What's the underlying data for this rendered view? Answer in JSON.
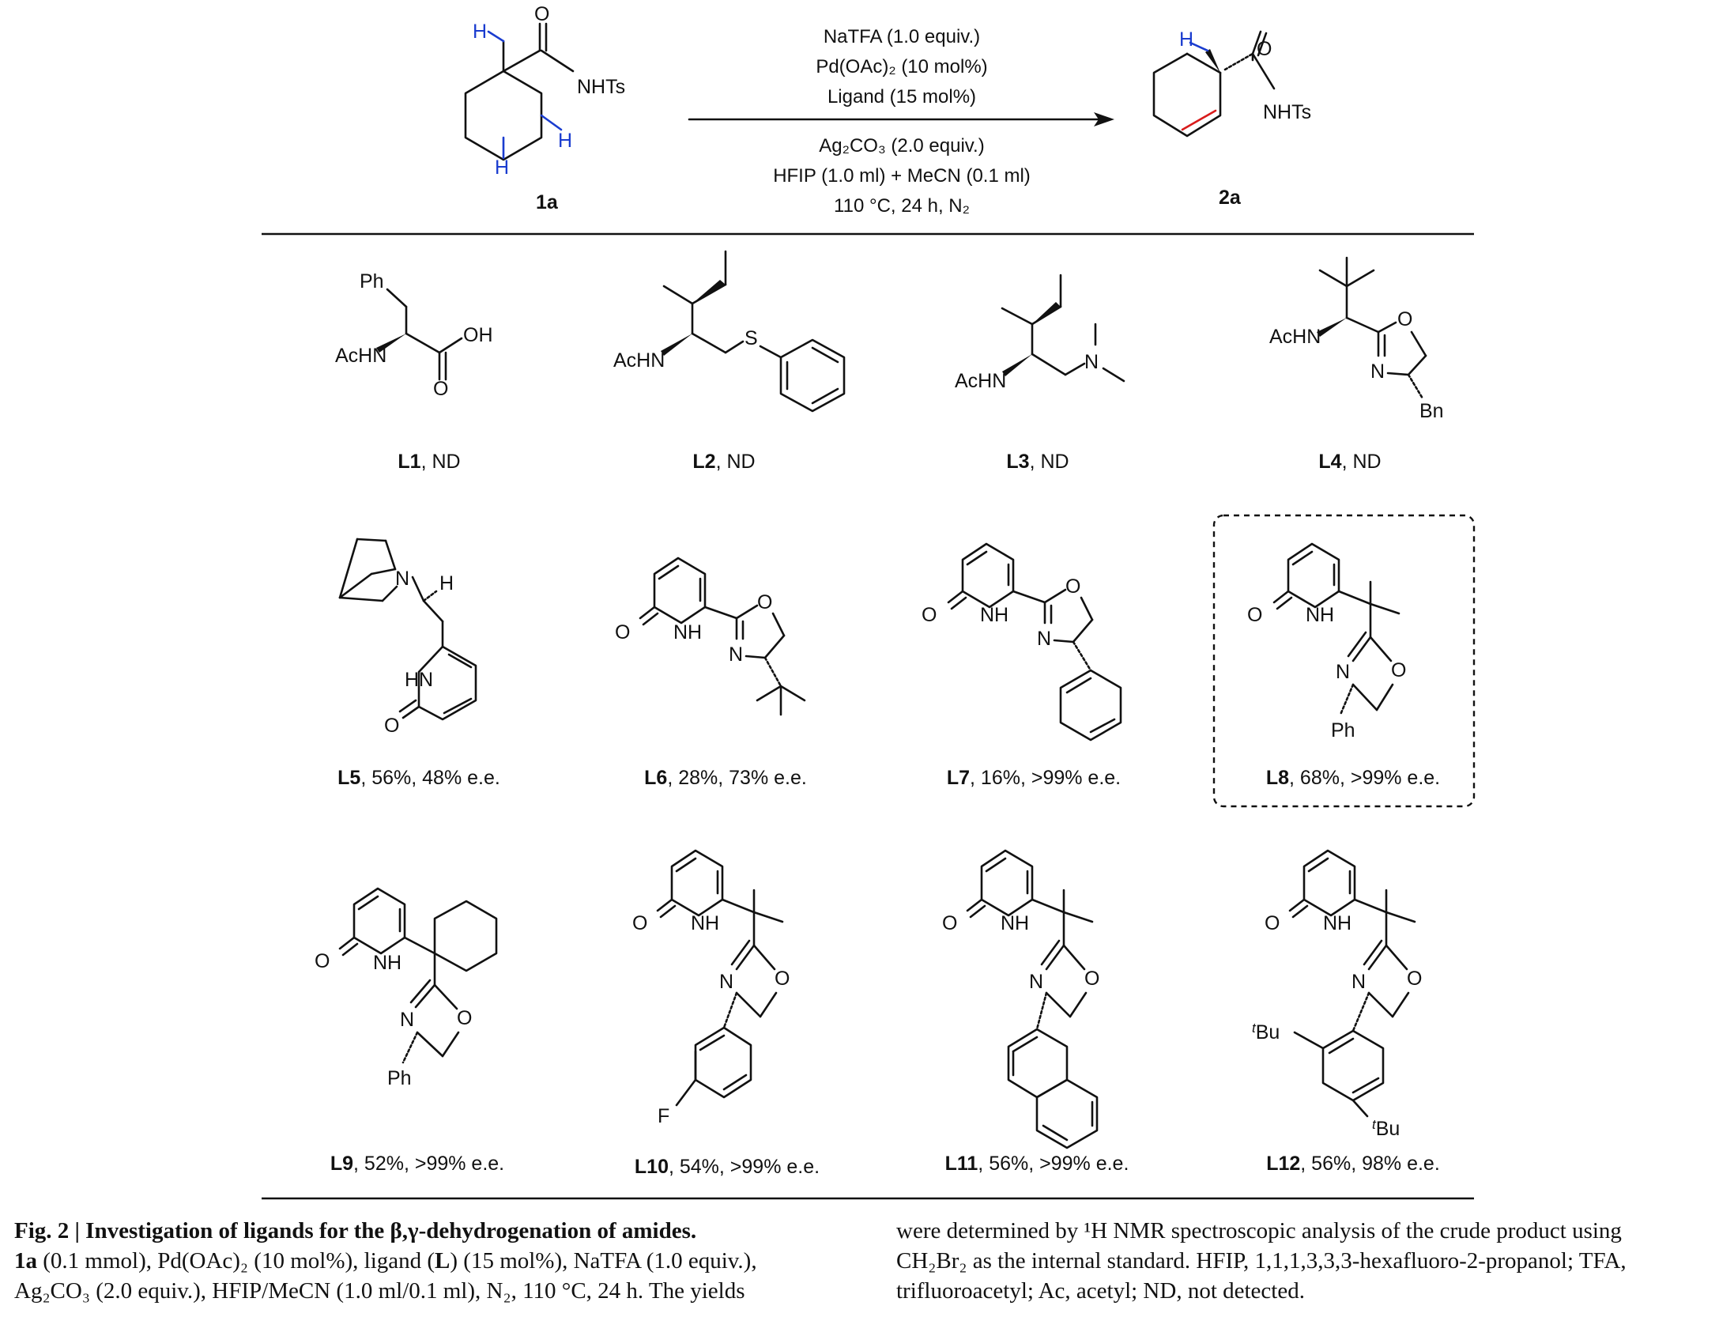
{
  "reaction": {
    "substrate_label": "1a",
    "product_label": "2a",
    "conditions_above": [
      "NaTFA (1.0 equiv.)",
      "Pd(OAc)₂ (10 mol%)",
      "Ligand (15 mol%)"
    ],
    "conditions_below": [
      "Ag₂CO₃ (2.0 equiv.)",
      "HFIP (1.0 ml) + MeCN (0.1 ml)",
      "110 °C, 24 h, N₂"
    ]
  },
  "ligands": [
    {
      "id": "L1",
      "result": ", ND"
    },
    {
      "id": "L2",
      "result": ", ND"
    },
    {
      "id": "L3",
      "result": ", ND"
    },
    {
      "id": "L4",
      "result": ", ND"
    },
    {
      "id": "L5",
      "result": ", 56%, 48% e.e."
    },
    {
      "id": "L6",
      "result": ", 28%, 73% e.e."
    },
    {
      "id": "L7",
      "result": ", 16%, >99% e.e."
    },
    {
      "id": "L8",
      "result": ", 68%, >99% e.e.",
      "highlighted": true
    },
    {
      "id": "L9",
      "result": ", 52%, >99% e.e."
    },
    {
      "id": "L10",
      "result": ", 54%, >99% e.e."
    },
    {
      "id": "L11",
      "result": ", 56%, >99% e.e."
    },
    {
      "id": "L12",
      "result": ", 56%, 98% e.e."
    }
  ],
  "caption": {
    "fig_label": "Fig. 2 | ",
    "title": "Investigation of ligands for the β,γ-dehydrogenation of amides.",
    "left_line2_bold": "1a",
    "left_line2": " (0.1 mmol), Pd(OAc)₂ (10 mol%), ligand (",
    "left_line2_L": "L",
    "left_line2_end": ") (15 mol%), NaTFA (1.0 equiv.),",
    "left_line3": "Ag₂CO₃ (2.0 equiv.), HFIP/MeCN (1.0 ml/0.1 ml), N₂, 110 °C, 24 h. The yields",
    "right_line1": "were determined by ¹H NMR spectroscopic analysis of the crude product using",
    "right_line2": "CH₂Br₂ as the internal standard. HFIP, 1,1,1,3,3,3-hexafluoro-2-propanol; TFA,",
    "right_line3": "trifluoroacetyl; Ac, acetyl; ND, not detected."
  }
}
